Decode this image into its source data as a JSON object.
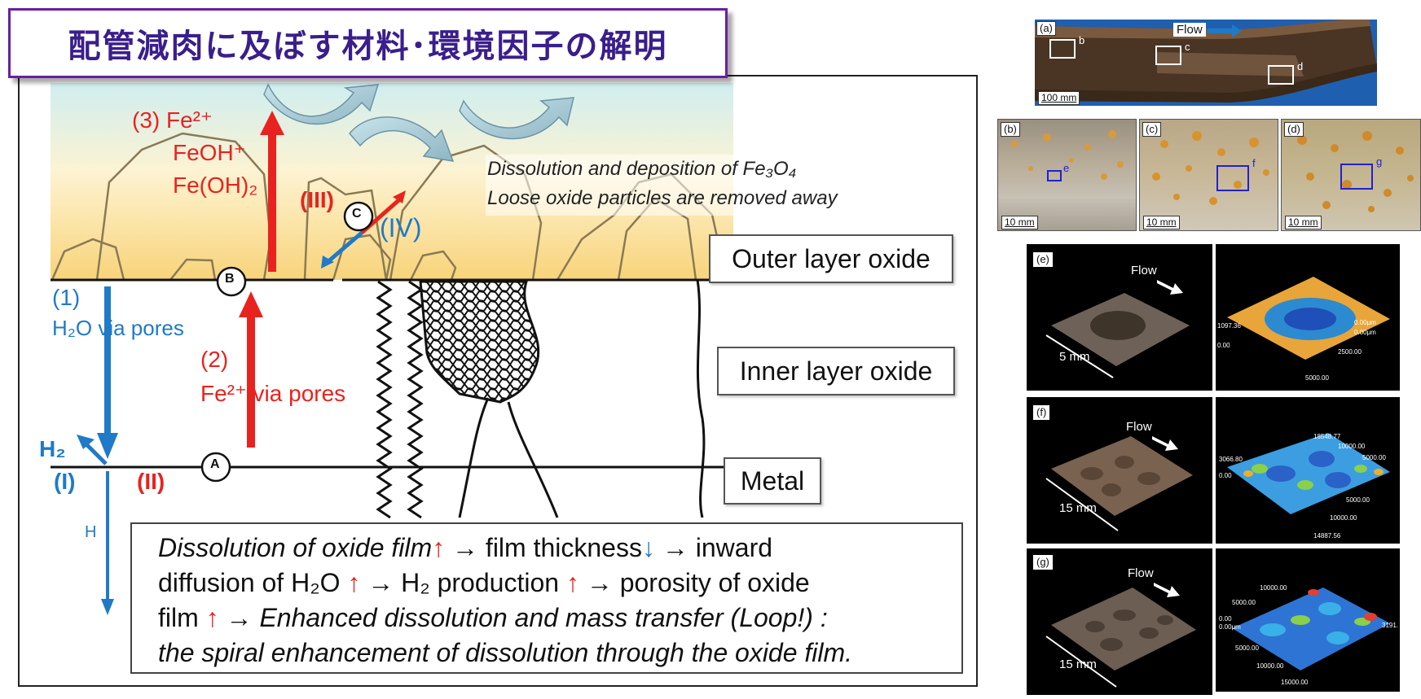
{
  "title": "配管減肉に及ぼす材料･環境因子の解明",
  "diagram": {
    "outer_label": "Outer layer oxide",
    "inner_label": "Inner layer oxide",
    "metal_label": "Metal",
    "dissolution_note_line1": "Dissolution and deposition of Fe₃O₄",
    "dissolution_note_line2": "Loose oxide particles are removed away",
    "step3_label": "(3) Fe²⁺",
    "feoh_label": "FeOH⁺",
    "feoh2_label": "Fe(OH)₂",
    "step1_label": "(1)",
    "h2o_label": "H₂O via pores",
    "step2_label": "(2)",
    "fe_pores_label": "Fe²⁺ via pores",
    "h2_label": "H₂",
    "h_label": "H",
    "roman1": "(I)",
    "roman2": "(II)",
    "roman3": "(III)",
    "roman4": "(IV)",
    "node_a": "A",
    "node_b": "B",
    "node_c": "C"
  },
  "summary": {
    "p1": "Dissolution of oxide film",
    "up": "↑",
    "down": "↓",
    "arrow": "→",
    "p2": "film thickness",
    "p3": "inward",
    "p4": "diffusion of H₂O",
    "p5": "H₂ production",
    "p6": "porosity of oxide",
    "p7": "film",
    "p8": "Enhanced dissolution and mass transfer (Loop!) :",
    "p9": "the spiral enhancement of dissolution through the oxide film."
  },
  "photos": {
    "a_tag": "(a)",
    "flow": "Flow",
    "a_scale": "100 mm",
    "b_tag": "(b)",
    "c_tag": "(c)",
    "d_tag": "(d)",
    "b_letter": "b",
    "c_letter": "c",
    "d_letter": "d",
    "e_letter": "e",
    "f_letter": "f",
    "g_letter": "g",
    "scale10": "10 mm",
    "e_tag": "(e)",
    "f_tag": "(f)",
    "g_tag": "(g)",
    "e_dim": "5 mm",
    "f_dim": "15 mm",
    "g_dim": "15 mm",
    "e_prof": [
      "1097.36",
      "0.00",
      "0.00μm",
      "0.00μm",
      "2500.00",
      "5000.00"
    ],
    "f_prof": [
      "18548.77",
      "10000.00",
      "5000.00",
      "3066.80",
      "0.00",
      "5000.00",
      "10000.00",
      "14887.56"
    ],
    "g_prof": [
      "10000.00",
      "5000.00",
      "0.00",
      "0.00μm",
      "5000.00",
      "10000.00",
      "15000.00",
      "3191."
    ]
  },
  "colors": {
    "title_text": "#3a1e8c",
    "title_border": "#6a1fa0",
    "red": "#e8231f",
    "blue": "#1f7ac8",
    "oxide_gradient_top": "#cfeef0",
    "oxide_gradient_bottom": "#f8d47a"
  }
}
